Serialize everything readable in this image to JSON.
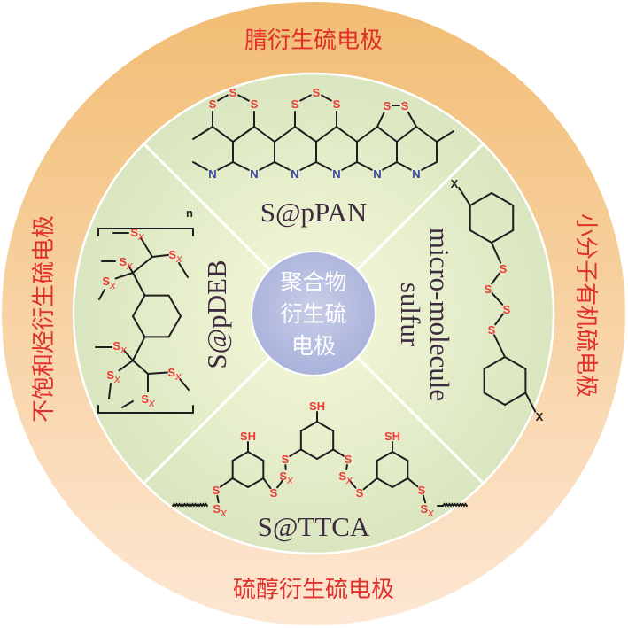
{
  "outer_ring": {
    "top": "腈衍生硫电极",
    "right": "小分子有机硫电极",
    "bottom": "硫醇衍生硫电极",
    "left": "不饱和烃衍生硫电极"
  },
  "center": {
    "lines": [
      "聚合物",
      "衍生硫",
      "电极"
    ]
  },
  "sectors": {
    "top": "S@pPAN",
    "right": [
      "micro-molecule",
      "sulfur"
    ],
    "bottom": "S@TTCA",
    "left": "S@pDEB"
  },
  "atoms": {
    "S": "S",
    "N": "N",
    "SH": "SH",
    "x": "x",
    "X": "X",
    "n": "n"
  },
  "colors": {
    "outer_top": "#f3c07a",
    "outer_bottom": "#fde6d0",
    "sector": "#dfe9c4",
    "center": "#b5bde0",
    "label_red": "#e0302a",
    "sulfur": "#ee3a36",
    "nitrogen": "#3a45a0"
  }
}
